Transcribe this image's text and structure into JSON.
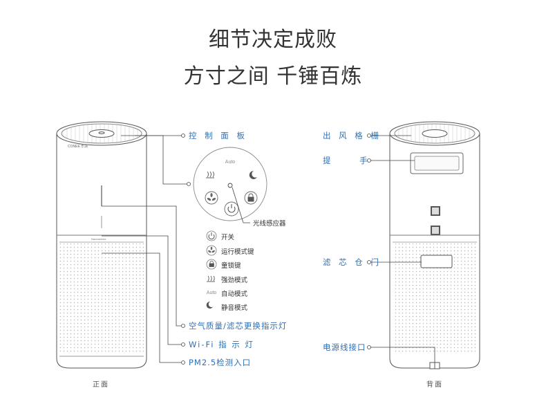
{
  "headline": {
    "line1": "细节决定成败",
    "line2": "方寸之间 千锤百炼"
  },
  "front": {
    "caption": "正面",
    "logo_text": "CONEE 乐派",
    "brand_text": "Naneaveme",
    "labels": {
      "control_panel": "控 制 面 板",
      "indicator": "空气质量/滤芯更换指示灯",
      "wifi": "Wi-Fi 指 示 灯",
      "inlet": "PM2.5检测入口"
    }
  },
  "panel": {
    "auto_text": "Auto",
    "light_sensor": "光线感应器",
    "legend": [
      {
        "icon": "power",
        "label": "开关"
      },
      {
        "icon": "fan",
        "label": "运行模式键"
      },
      {
        "icon": "lock",
        "label": "童锁键"
      },
      {
        "icon": "turbo",
        "label": "强劲模式"
      },
      {
        "icon": "auto",
        "label": "自动模式",
        "icon_text": "Auto"
      },
      {
        "icon": "moon",
        "label": "静音模式"
      }
    ]
  },
  "back": {
    "caption": "背面",
    "labels": {
      "outlet": "出 风 格 栅",
      "handle": "提       手",
      "filter_door": "滤 芯 仓 门",
      "power_port": "电源线接口"
    }
  },
  "colors": {
    "accent": "#2f6fb3",
    "line": "#444444"
  }
}
